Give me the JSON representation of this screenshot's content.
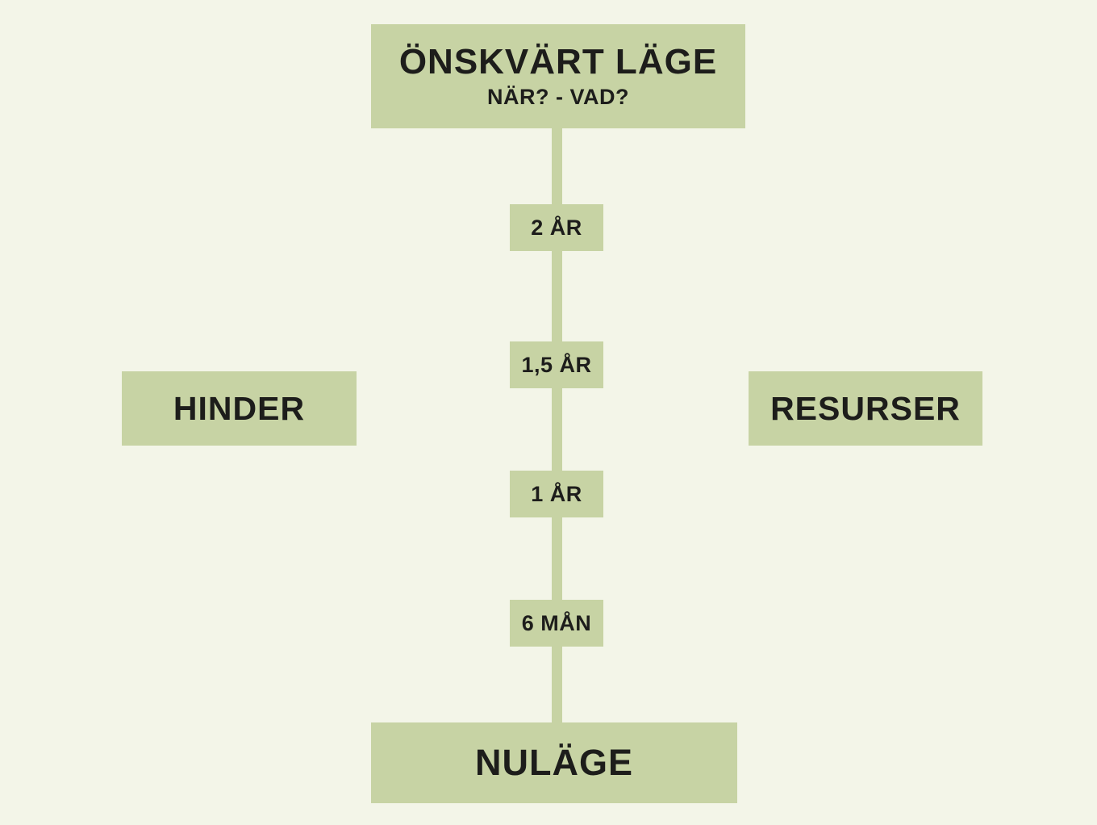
{
  "diagram": {
    "title": "Goal timeline diagram",
    "colors": {
      "background": "#f3f5e8",
      "box_fill": "#c7d3a4",
      "text": "#1d1d1b"
    },
    "goal_box": {
      "title": "ÖNSKVÄRT LÄGE",
      "subtitle": "NÄR? - VAD?"
    },
    "milestones": [
      {
        "label": "2 ÅR"
      },
      {
        "label": "1,5 ÅR"
      },
      {
        "label": "1 ÅR"
      },
      {
        "label": "6 MÅN"
      }
    ],
    "left_box": {
      "label": "HINDER"
    },
    "right_box": {
      "label": "RESURSER"
    },
    "bottom_box": {
      "label": "NULÄGE"
    }
  }
}
